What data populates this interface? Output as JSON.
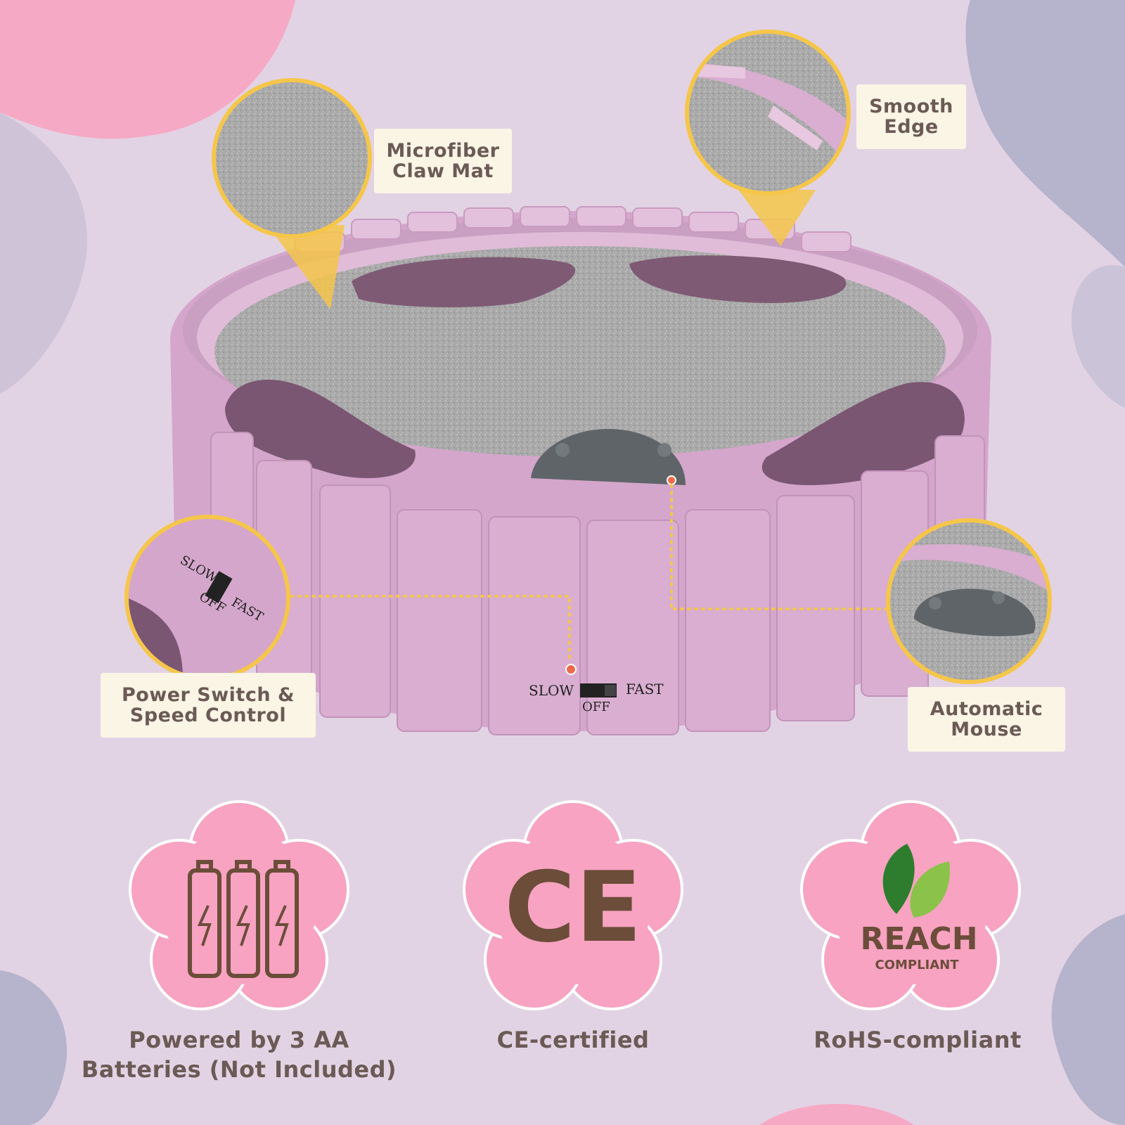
{
  "callouts": {
    "microfiber": {
      "line1": "Microfiber",
      "line2": "Claw Mat"
    },
    "smooth_edge": {
      "line1": "Smooth",
      "line2": "Edge"
    },
    "power_switch": {
      "line1": "Power Switch &",
      "line2": "Speed Control"
    },
    "automatic_mouse": {
      "line1": "Automatic",
      "line2": "Mouse"
    }
  },
  "switch_markings": {
    "slow": "SLOW",
    "fast": "FAST",
    "off": "OFF"
  },
  "features": [
    {
      "icon": "battery-icon",
      "line1": "Powered by 3 AA",
      "line2": "Batteries (Not Included)"
    },
    {
      "icon": "ce-mark-icon",
      "badge": "CE",
      "line1": "CE-certified"
    },
    {
      "icon": "reach-leaf-icon",
      "badge": "REACH",
      "badge_sub": "COMPLIANT",
      "line1": "RoHS-compliant"
    }
  ],
  "colors": {
    "background": "#e2d3e4",
    "blob_pink": "#f6a9c4",
    "blob_gray": "#b6b3cc",
    "toy_body": "#d9aed0",
    "felt": "#a8a8a8",
    "callout_ring": "#f5c64a",
    "label_bg": "#fbf5e6",
    "text": "#6b5a55",
    "badge_pink": "#f7a3c1"
  }
}
